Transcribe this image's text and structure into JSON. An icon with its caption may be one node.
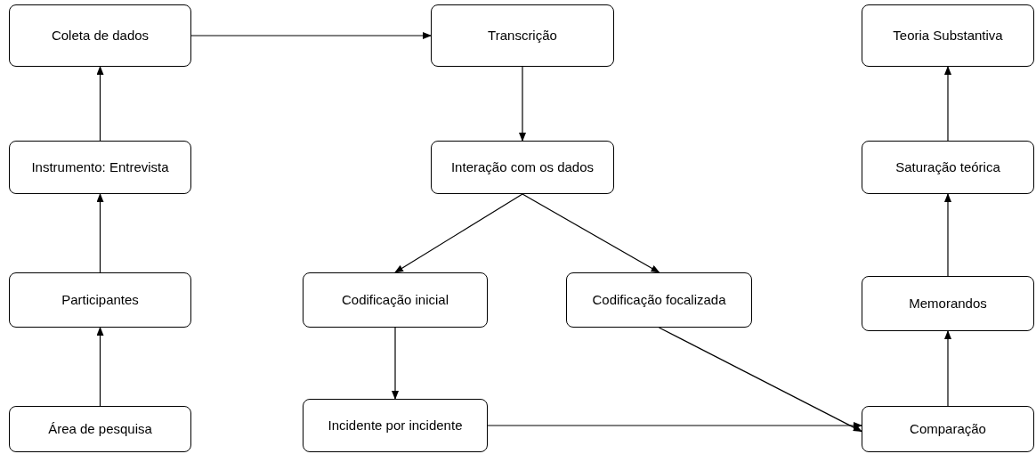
{
  "diagram": {
    "nodes": [
      {
        "text": [
          "Coleta de dados"
        ]
      },
      {
        "text": [
          "Transcrição"
        ]
      },
      {
        "text": [
          "Teoria Substantiva"
        ]
      },
      {
        "text": [
          "Instrumento: Entrevista"
        ]
      },
      {
        "text": [
          "Interação com os dados"
        ]
      },
      {
        "text": [
          "Saturação teórica"
        ]
      },
      {
        "text": [
          "Participantes"
        ]
      },
      {
        "text": [
          "Codificação inicial"
        ]
      },
      {
        "text": [
          "Codificação focalizada"
        ]
      },
      {
        "text": [
          "Memorandos"
        ]
      },
      {
        "text": [
          "Área de pesquisa"
        ]
      },
      {
        "text": [
          "Incidente por incidente"
        ]
      },
      {
        "text": [
          "Comparação"
        ]
      }
    ],
    "edges": [
      {
        "from": 10,
        "to": 6,
        "arrow": "to"
      },
      {
        "from": 6,
        "to": 3,
        "arrow": "to"
      },
      {
        "from": 3,
        "to": 0,
        "arrow": "to"
      },
      {
        "from": 0,
        "to": 1,
        "arrow": "to"
      },
      {
        "from": 1,
        "to": 4,
        "arrow": "to"
      },
      {
        "from": 4,
        "to": 7,
        "arrow": "to"
      },
      {
        "from": 4,
        "to": 8,
        "arrow": "to"
      },
      {
        "from": 7,
        "to": 11,
        "arrow": "to"
      },
      {
        "from": 11,
        "to": 12,
        "arrow": "to"
      },
      {
        "from": 8,
        "to": 12,
        "arrow": "to"
      },
      {
        "from": 12,
        "to": 9,
        "arrow": "to"
      },
      {
        "from": 9,
        "to": 5,
        "arrow": "to"
      },
      {
        "from": 5,
        "to": 2,
        "arrow": "to"
      }
    ]
  }
}
